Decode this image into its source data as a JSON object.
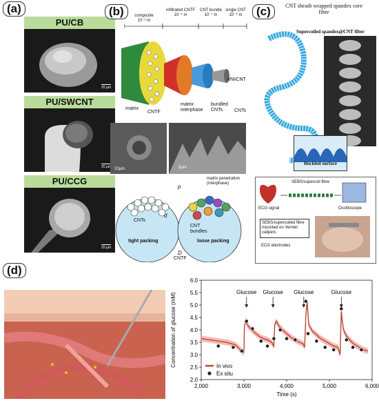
{
  "panel_a": {
    "label": "(a)",
    "images": [
      {
        "title": "PU/CB",
        "scale": "20 µm"
      },
      {
        "title": "PU/SWCNT",
        "scale": "20 µm"
      },
      {
        "title": "PU/CCG",
        "scale": "20 µm"
      }
    ]
  },
  "panel_b": {
    "label": "(b)",
    "scale_headers": [
      {
        "name": "composite",
        "scale": "10⁻² m"
      },
      {
        "name": "infiltrated CNTF",
        "scale": "10⁻⁵ m"
      },
      {
        "name": "CNT bundle",
        "scale": "10⁻⁷ m"
      },
      {
        "name": "single CNT",
        "scale": "10⁻⁹ m"
      }
    ],
    "labels": {
      "mwcnt": "MWCNT",
      "matrix": "matrix",
      "cntf": "CNTF",
      "matrix_interphase": "matrix interphase",
      "bundled_cnts": "bundled CNTs",
      "cnts": "CNTs",
      "scale1": "10µm",
      "scale2": "5µm",
      "matrix_penetration": "matrix penetration (interphase)",
      "p": "p",
      "d": "d",
      "cnts2": "CNTs",
      "cnt_bundles": "CNT bundles",
      "tight": "tight packing",
      "loose": "loose packing",
      "D": "D",
      "cntf2": "CNTF"
    }
  },
  "panel_c": {
    "label": "(c)",
    "sheath_title": "CNT sheath wrapped spandex core fibre",
    "supercoiled": "Supercoiled spandex@CNT fiber",
    "buckled": "Buckled surface",
    "sebs": "SEBS/supercoil fibre",
    "ecg_signal": "ECG signal",
    "oscilloscope": "Oscilloscope",
    "mounted": "SEBS/supercoiled fibre mounted on Vernier calipers",
    "electrodes": "ECG electrodes"
  },
  "panel_d": {
    "label": "(d)"
  },
  "chart_data": {
    "type": "line",
    "xlabel": "Time (s)",
    "ylabel": "Concentration of glucose (mM)",
    "xlim": [
      2000,
      6000
    ],
    "ylim": [
      2.0,
      6.0
    ],
    "xticks": [
      "2,000",
      "3,000",
      "4,000",
      "5,000",
      "6,000"
    ],
    "yticks": [
      "2.0",
      "2.5",
      "3.0",
      "3.5",
      "4.0",
      "4.5",
      "5.0",
      "5.5",
      "6.0"
    ],
    "annotations": [
      {
        "text": "Glucose",
        "x": 3060
      },
      {
        "text": "Glucose",
        "x": 3680
      },
      {
        "text": "Glucose",
        "x": 4400
      },
      {
        "text": "Glucose",
        "x": 5280
      }
    ],
    "series": [
      {
        "name": "In vivo",
        "color": "#b5472d",
        "x": [
          2000,
          2200,
          2400,
          2600,
          2800,
          2950,
          3000,
          3010,
          3040,
          3080,
          3150,
          3250,
          3350,
          3450,
          3550,
          3650,
          3700,
          3720,
          3760,
          3820,
          3900,
          4000,
          4100,
          4200,
          4300,
          4380,
          4420,
          4450,
          4480,
          4500,
          4520,
          4600,
          4700,
          4800,
          4900,
          5000,
          5100,
          5200,
          5250,
          5280,
          5300,
          5330,
          5400,
          5500,
          5600,
          5700,
          5800,
          5900
        ],
        "y": [
          3.65,
          3.6,
          3.55,
          3.5,
          3.4,
          3.15,
          3.1,
          4.1,
          4.4,
          4.2,
          4.05,
          3.9,
          3.75,
          3.65,
          3.6,
          3.5,
          3.35,
          4.2,
          4.35,
          4.15,
          4.0,
          3.85,
          3.7,
          3.6,
          3.5,
          3.45,
          3.3,
          4.6,
          5.15,
          4.6,
          4.2,
          3.95,
          3.8,
          3.65,
          3.55,
          3.45,
          3.35,
          3.3,
          3.0,
          4.75,
          4.4,
          4.0,
          3.75,
          3.55,
          3.4,
          3.3,
          3.2,
          3.15
        ]
      },
      {
        "name": "Ex situ",
        "x": [
          2400,
          2750,
          2950,
          3060,
          3200,
          3400,
          3550,
          3700,
          3850,
          4000,
          4200,
          4450,
          4500,
          4700,
          4900,
          5100,
          5280,
          5400,
          5550,
          5750
        ],
        "y": [
          3.35,
          3.3,
          3.15,
          4.35,
          4.05,
          3.55,
          3.35,
          3.65,
          4.0,
          3.65,
          3.6,
          5.15,
          3.85,
          3.55,
          3.3,
          3.2,
          4.85,
          3.6,
          3.3,
          3.2
        ]
      }
    ],
    "legend": "bottom-left"
  }
}
